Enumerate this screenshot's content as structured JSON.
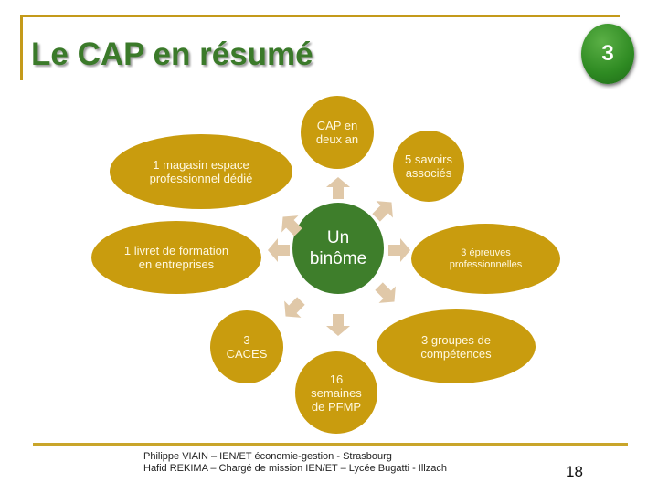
{
  "slide": {
    "title": "Le CAP en résumé",
    "badge_number": "3",
    "page_number": "18",
    "colors": {
      "accent_gold": "#c99c0e",
      "title_green": "#3b7a2a",
      "center_green": "#3e7e2b",
      "arrow_beige": "#e0c8a8",
      "rule_gold": "#c49a1a"
    }
  },
  "diagram": {
    "center": {
      "line1": "Un",
      "line2": "binôme"
    },
    "nodes": [
      {
        "id": "cap",
        "line1": "CAP en",
        "line2": "deux an"
      },
      {
        "id": "savoirs",
        "line1": "5 savoirs",
        "line2": "associés"
      },
      {
        "id": "epreuves",
        "line1": "3 épreuves",
        "line2": "professionnelles"
      },
      {
        "id": "groupes",
        "line1": "3 groupes de",
        "line2": "compétences"
      },
      {
        "id": "semaines",
        "line1": "16",
        "line2": "semaines",
        "line3": "de PFMP"
      },
      {
        "id": "caces",
        "line1": "3",
        "line2": "CACES"
      },
      {
        "id": "livret",
        "line1": "1 livret de formation",
        "line2": "en entreprises"
      },
      {
        "id": "magasin",
        "line1": "1 magasin espace",
        "line2": "professionnel dédié"
      }
    ]
  },
  "footer": {
    "line1": "Philippe VIAIN – IEN/ET économie-gestion - Strasbourg",
    "line2": "Hafid REKIMA – Chargé de mission IEN/ET – Lycée Bugatti - Illzach"
  }
}
